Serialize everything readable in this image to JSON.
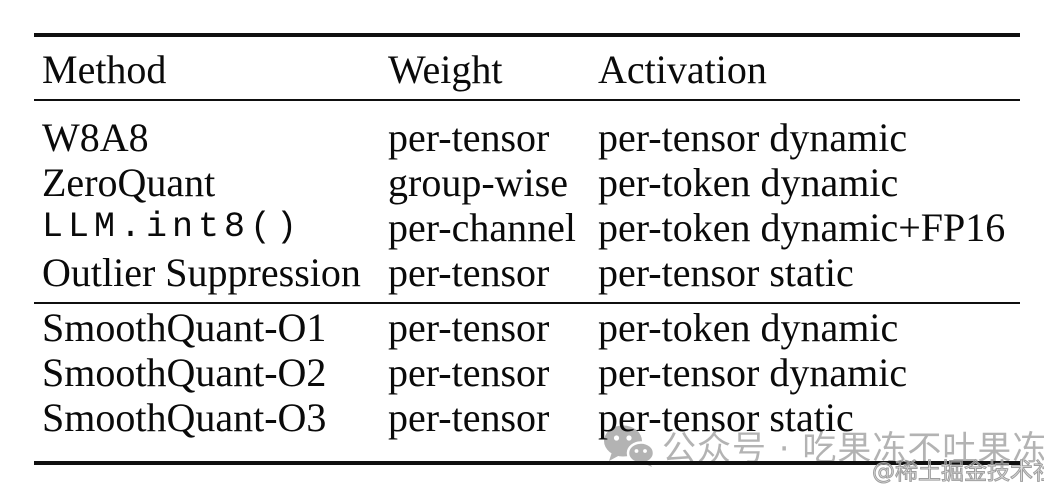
{
  "table": {
    "columns": [
      {
        "label": "Method"
      },
      {
        "label": "Weight"
      },
      {
        "label": "Activation"
      }
    ],
    "groups": [
      {
        "rows": [
          {
            "method": "W8A8",
            "weight": "per-tensor",
            "activation": "per-tensor dynamic"
          },
          {
            "method": "ZeroQuant",
            "weight": "group-wise",
            "activation": "per-token dynamic"
          },
          {
            "method": "LLM.int8()",
            "weight": "per-channel",
            "activation": "per-token dynamic+FP16"
          },
          {
            "method": "Outlier Suppression",
            "weight": "per-tensor",
            "activation": "per-tensor static"
          }
        ]
      },
      {
        "rows": [
          {
            "method": "SmoothQuant-O1",
            "weight": "per-tensor",
            "activation": "per-token dynamic"
          },
          {
            "method": "SmoothQuant-O2",
            "weight": "per-tensor",
            "activation": "per-tensor dynamic"
          },
          {
            "method": "SmoothQuant-O3",
            "weight": "per-tensor",
            "activation": "per-tensor static"
          }
        ]
      }
    ]
  },
  "watermarks": {
    "wechat": {
      "icon": "wechat-icon",
      "text": "公众号 · 吃果冻不吐果冻皮",
      "color": "#b3b3b3"
    },
    "community": {
      "text": "@稀土掘金技术社区",
      "color": "#9e9e9e"
    }
  },
  "colors": {
    "background": "#ffffff",
    "text": "#0a0a0a",
    "rule": "#0f0f0f"
  }
}
